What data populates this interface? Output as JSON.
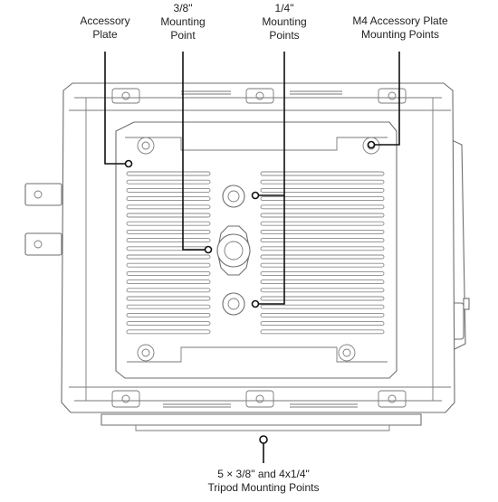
{
  "callouts": {
    "accessory_plate": [
      "Accessory",
      "Plate"
    ],
    "three_eighths_point": [
      "3/8\"",
      "Mounting",
      "Point"
    ],
    "quarter_points": [
      "1/4\"",
      "Mounting",
      "Points"
    ],
    "m4_points": [
      "M4 Accessory Plate",
      "Mounting Points"
    ],
    "tripod_points": [
      "5 × 3/8\" and 4x1/4\"",
      "Tripod Mounting Points"
    ]
  }
}
